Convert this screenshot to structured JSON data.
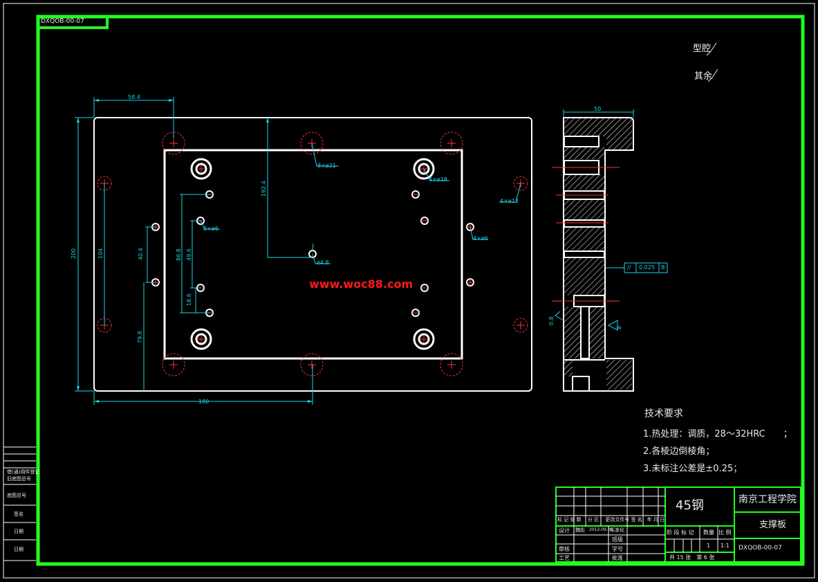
{
  "drawing_number": "DXQOB-00-07",
  "roughness_top": "型腔",
  "roughness_other": "其余",
  "roughness_top_value": "",
  "roughness_other_value": "",
  "watermark": "www.woc88.com",
  "dimensions": {
    "top_width": "58.4",
    "height_total": "200",
    "height_104": "104",
    "height_40_4": "40.4",
    "height_79_8": "79.8",
    "height_192_4": "192.4",
    "height_86_8": "86.8",
    "height_49_6": "49.6",
    "height_18_6": "18.6",
    "width_180": "180",
    "side_width": "50",
    "side_0_8": "0.8",
    "side_8": "8"
  },
  "callouts": {
    "holes_21": "8×ø21",
    "holes_18": "4×ø18",
    "holes_13": "4×ø13",
    "holes_6a": "8×ø6",
    "holes_6b": "4×ø6",
    "hole_4_8": "ø4.8"
  },
  "tolerance": {
    "symbol": "//",
    "value": "0.025",
    "datum": "B"
  },
  "tech": {
    "title": "技术要求",
    "line1": "1.热处理：调质，28～32HRC　　；",
    "line2": "2.各棱边倒棱角；",
    "line3": "3.未标注公差是±0.25；"
  },
  "title_block": {
    "material": "45钢",
    "school": "南京工程学院",
    "part_name": "支撑板",
    "drawing_no": "DXQOB-00-07",
    "header_row": "标 记 处 数 　分 区　 更改文件号 签 名　年 月 日",
    "design": "设计",
    "designer": "魏彪",
    "date": "2012.09.20",
    "standard": "标准化",
    "class": "班级",
    "student_no": "学号",
    "review": "审核",
    "craft": "工艺",
    "approve": "批准",
    "stage": "阶 段 标 记",
    "weight": "数量",
    "scale": "比 例",
    "qty": "1",
    "ratio": "1:1",
    "sheets": "共 15 张　第 6 张"
  },
  "left_strip": {
    "r1": "借(通)用件登记",
    "r2": "旧底图总号",
    "r3": "底图总号",
    "r4": "签名",
    "r5": "日期",
    "r6": "日期"
  }
}
